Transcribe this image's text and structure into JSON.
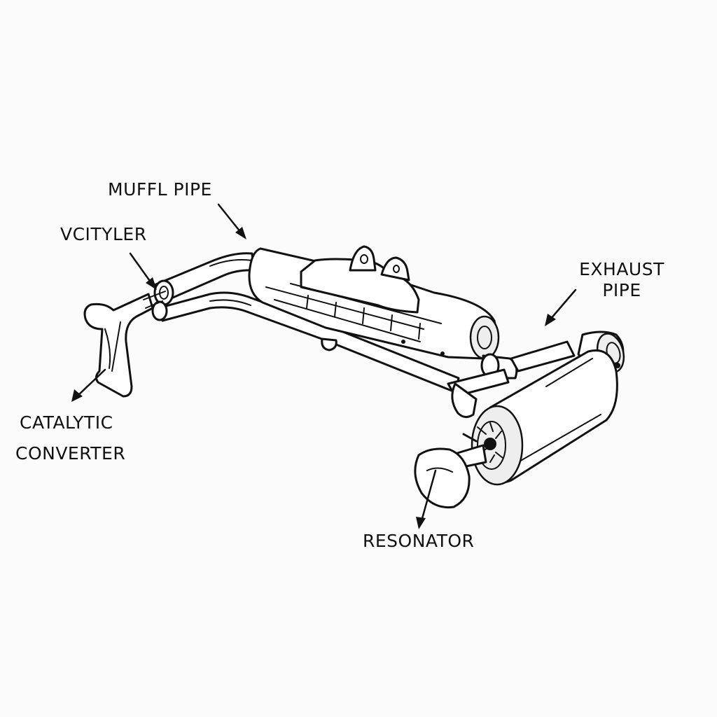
{
  "labels": {
    "muffl_pipe": "MUFFL PIPE",
    "vcityler": "VCITYLER",
    "exhaust_pipe": [
      "EXHAUST",
      "PIPE"
    ],
    "catalytic_converter": [
      "CATALYTIC",
      "CONVERTER"
    ],
    "resonator": "RESONATOR"
  },
  "colors": {
    "ink": "#111111",
    "paper": "#fbfbfb",
    "shade": "#eeeeee"
  }
}
